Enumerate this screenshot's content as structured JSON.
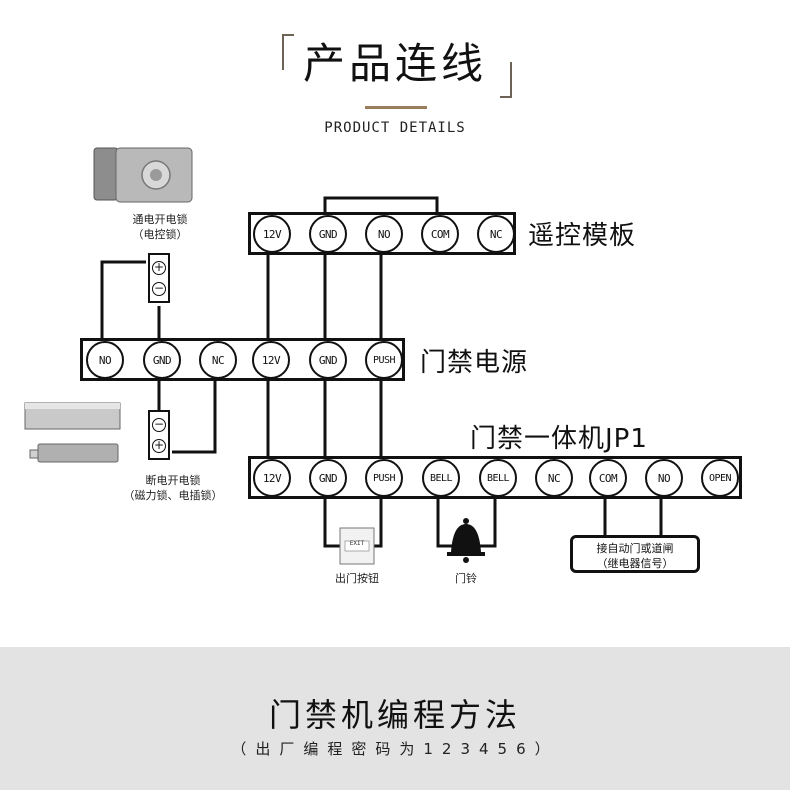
{
  "header": {
    "title": "产品连线",
    "subtitle": "PRODUCT DETAILS"
  },
  "strips": {
    "remote": {
      "label": "遥控模板",
      "terminals": [
        "12V",
        "GND",
        "NO",
        "COM",
        "NC"
      ]
    },
    "power": {
      "label": "门禁电源",
      "terminals": [
        "NO",
        "GND",
        "NC",
        "12V",
        "GND",
        "PUSH"
      ]
    },
    "controller": {
      "label": "门禁一体机JP1",
      "terminals": [
        "12V",
        "GND",
        "PUSH",
        "BELL",
        "BELL",
        "NC",
        "COM",
        "NO",
        "OPEN"
      ]
    }
  },
  "devices": {
    "power_on_lock": {
      "line1": "通电开电锁",
      "line2": "（电控锁）"
    },
    "power_off_lock": {
      "line1": "断电开电锁",
      "line2": "（磁力锁、电插锁）"
    },
    "exit_button": {
      "label": "出门按钮",
      "face_text": "EXIT"
    },
    "door_bell": {
      "label": "门铃"
    },
    "auto_door": {
      "line1": "接自动门或道闸",
      "line2": "（继电器信号）"
    }
  },
  "footer": {
    "title": "门禁机编程方法",
    "subtitle": "（出厂编程密码为123456）"
  },
  "colors": {
    "footer_bg": "#e3e3e3",
    "accent": "#9a7d5a",
    "line": "#111111"
  }
}
